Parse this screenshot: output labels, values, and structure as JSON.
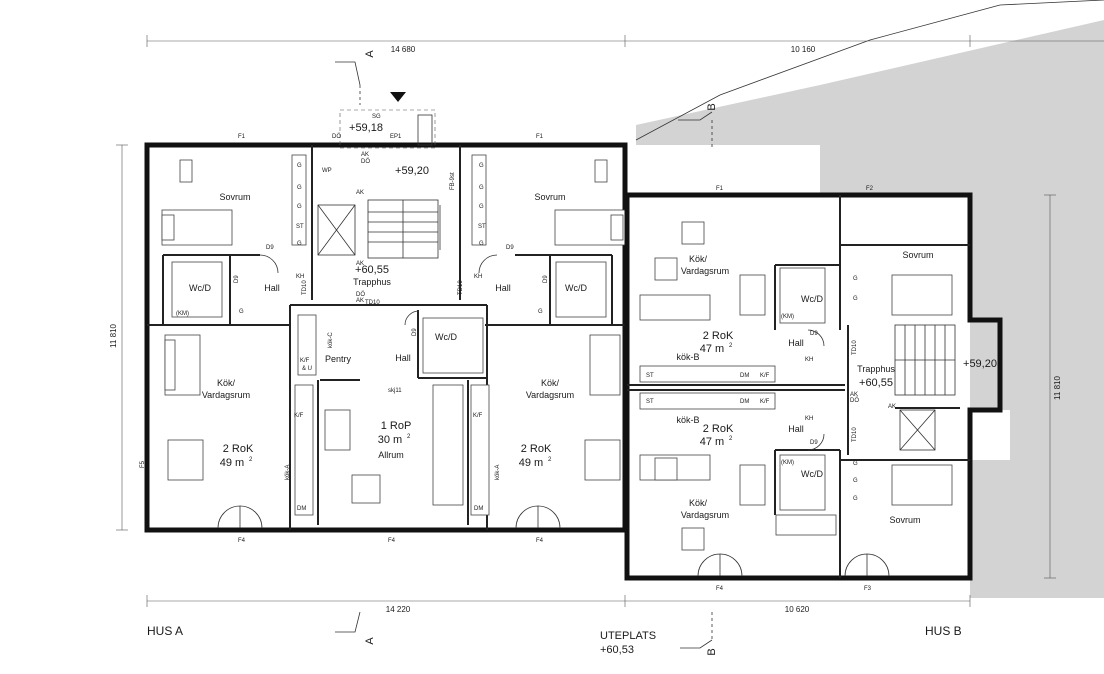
{
  "dimensions": {
    "top_a": "14 680",
    "top_b": "10 160",
    "bottom_a": "14 220",
    "bottom_b": "10 620",
    "left_depth": "11 810",
    "right_depth": "11 810"
  },
  "houses": {
    "a": "HUS A",
    "b": "HUS B"
  },
  "section_marks": {
    "a": "A",
    "b": "B"
  },
  "levels": {
    "entrance": "+59,18",
    "stair_a_upper": "+59,20",
    "stair_a_mid": "+60,55",
    "stair_b_upper": "+59,20",
    "stair_b_mid": "+60,55",
    "uteplats_label": "UTEPLATS",
    "uteplats_level": "+60,53"
  },
  "rooms": {
    "sovrum": "Sovrum",
    "wcd": "Wc/D",
    "hall": "Hall",
    "kok": "Kök/",
    "vardagsrum": "Vardagsrum",
    "trapphus": "Trapphus",
    "allrum": "Allrum",
    "pentry": "Pentry",
    "kok_c": "kök-C",
    "kok_a": "kök-A",
    "kok_b": "kök-B"
  },
  "apartments": {
    "left_a_type": "2 RoK",
    "left_a_area": "49 m",
    "mid_a_type": "1 RoP",
    "mid_a_area": "30 m",
    "right_a_type": "2 RoK",
    "right_a_area": "49 m",
    "b_upper_type": "2 RoK",
    "b_upper_area": "47 m",
    "b_lower_type": "2 RoK",
    "b_lower_area": "47 m",
    "sup": "2"
  },
  "codes": {
    "f1": "F1",
    "f2": "F2",
    "f3": "F3",
    "f4": "F4",
    "f5": "F5",
    "do": "DÖ",
    "ak": "AK",
    "ep1": "EP1",
    "sg": "SG",
    "wp": "WP",
    "g": "G",
    "st": "ST",
    "d9": "D9",
    "td10": "TD10",
    "kh": "KH",
    "km": "(KM)",
    "kf": "K/F",
    "kfu1": "K/F",
    "kfu2": "& U",
    "dm": "DM",
    "skj": "skj11",
    "fb": "FB-9st"
  }
}
